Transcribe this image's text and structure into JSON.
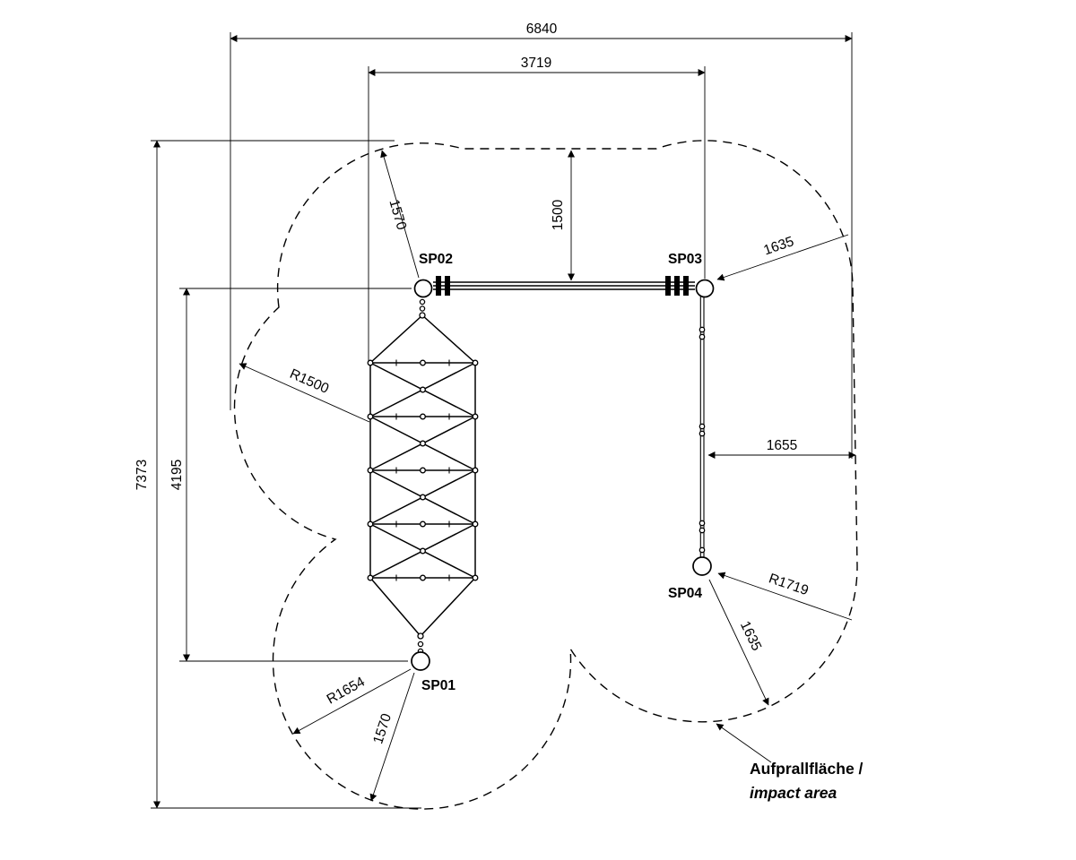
{
  "colors": {
    "line": "#000000",
    "bg": "#ffffff"
  },
  "dims": {
    "total_width": "6840",
    "inner_width": "3719",
    "total_height": "7373",
    "inner_height": "4195",
    "radius_top_left": "1570",
    "beam_clearance": "1500",
    "radius_top_right": "1635",
    "post_clearance": "1655",
    "radius_left": "R1500",
    "radius_bottom_left": "R1654",
    "radius_bottom": "1570",
    "radius_right": "R1719",
    "radius_bottom_right": "1635"
  },
  "support_points": {
    "sp01": "SP01",
    "sp02": "SP02",
    "sp03": "SP03",
    "sp04": "SP04"
  },
  "annotation": {
    "impact_area_de": "Aufprallfläche /",
    "impact_area_en": "impact area"
  }
}
